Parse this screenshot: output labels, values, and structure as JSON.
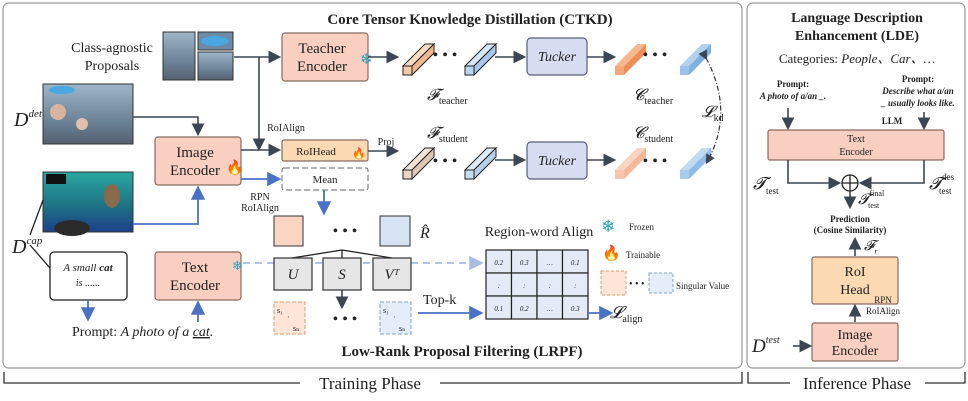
{
  "training": {
    "phase_label": "Training Phase",
    "ctkd_title": "Core Tensor Knowledge Distillation (CTKD)",
    "lrpf_title": "Low-Rank Proposal Filtering (LRPF)",
    "proposals_label": [
      "Class-agnostic",
      "Proposals"
    ],
    "teacher_encoder": [
      "Teacher",
      "Encoder"
    ],
    "image_encoder": [
      "Image",
      "Encoder"
    ],
    "text_encoder": [
      "Text",
      "Encoder"
    ],
    "roihead": "RoIHead",
    "mean": "Mean",
    "roialign": "RoIAlign",
    "proj": "Proj",
    "rpn_roialign": [
      "RPN",
      "RoIAlign"
    ],
    "tucker": "Tucker",
    "f_teacher": {
      "main": "𝓕",
      "sub": "teacher"
    },
    "f_student": {
      "main": "𝓕",
      "sub": "student"
    },
    "c_teacher": {
      "main": "𝓒",
      "sub": "teacher"
    },
    "c_student": {
      "main": "𝓒",
      "sub": "student"
    },
    "l_kd": {
      "main": "𝓛",
      "sub": "kd"
    },
    "d_det": {
      "main": "D",
      "sup": "det"
    },
    "d_cap": {
      "main": "D",
      "sup": "cap"
    },
    "caption": {
      "pre": "A small ",
      "bold": "cat",
      "line2": "is ......"
    },
    "prompt": {
      "label": "Prompt: ",
      "text": "A photo of a ",
      "word": "cat",
      "end": "."
    },
    "r_hat": "R̂",
    "svd": [
      "U",
      "S",
      "Vᵀ"
    ],
    "singular": {
      "s1": "s₁",
      "dot": "·",
      "sn": "sₙ"
    },
    "dots": "• • •",
    "topk": "Top-k",
    "region_word_align": "Region-word Align",
    "matrix": [
      [
        "0.2",
        "0.3",
        "…",
        "0.1"
      ],
      [
        ":",
        ":",
        ":",
        ":"
      ],
      [
        "0.1",
        "0.2",
        "…",
        "0.3"
      ]
    ],
    "l_align": {
      "main": "𝓛",
      "sub": "align"
    },
    "legend": {
      "frozen": "Frozen",
      "trainable": "Trainable",
      "singular_value": "Singular Value"
    }
  },
  "inference": {
    "phase_label": "Inference Phase",
    "title": [
      "Language Description",
      "Enhancement (LDE)"
    ],
    "categories": {
      "label": "Categories: ",
      "items": "People、Car、…"
    },
    "prompt_left": {
      "label": "Prompt:",
      "text": "A photo of a/an _."
    },
    "prompt_right": {
      "label": "Prompt:",
      "text": [
        "Describe what a/an",
        "_ usually looks like."
      ]
    },
    "llm": "LLM",
    "text_encoder": [
      "Text",
      "Encoder"
    ],
    "t_test": {
      "main": "𝓣",
      "sub": "test"
    },
    "t_des": {
      "main": "𝓣",
      "sup": "des",
      "sub": "test"
    },
    "t_final": {
      "main": "𝓣",
      "sup": "final",
      "sub": "test"
    },
    "prediction": [
      "Prediction",
      "(Cosine Similarity)"
    ],
    "f_r": {
      "main": "𝓕",
      "sub": "r"
    },
    "roi_head": [
      "RoI",
      "Head"
    ],
    "rpn_roialign": [
      "RPN",
      "RoIAlign"
    ],
    "image_encoder": [
      "Image",
      "Encoder"
    ],
    "d_test": {
      "main": "D",
      "sup": "test"
    }
  },
  "colors": {
    "encoder": "#f8cfc0",
    "roihead": "#fbd9b2",
    "tucker": "#d7dcf1",
    "blue_arrow": "#4a72c4",
    "teacher_feature": "#f4a77a",
    "student_feature": "#9cc3ea"
  }
}
